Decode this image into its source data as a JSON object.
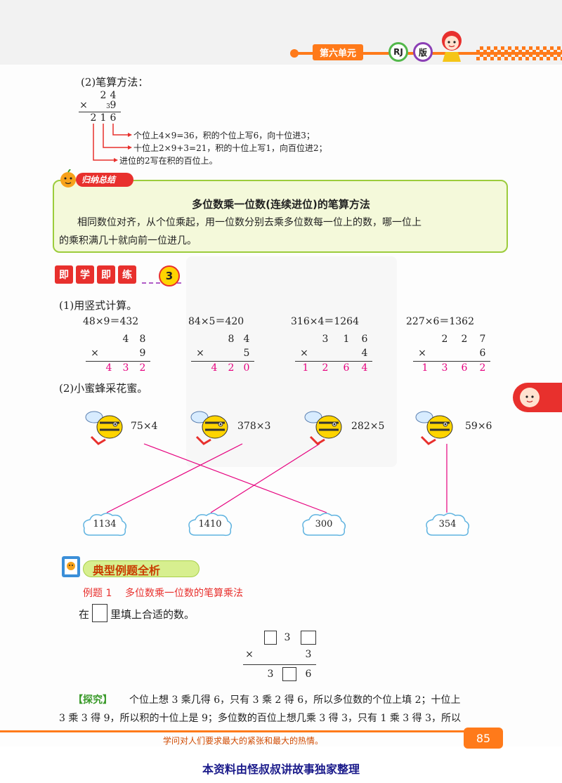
{
  "header": {
    "unit": "第六单元",
    "badge_rj": "RJ",
    "badge_ban": "版",
    "accent": "#ff7a1a"
  },
  "written_method": {
    "label": "(2)笔算方法：",
    "top": [
      "2",
      "4"
    ],
    "times": "×",
    "carry": "3",
    "multiplier": "9",
    "result": [
      "2",
      "1",
      "6"
    ],
    "notes": [
      "个位上4×9=36，积的个位上写6，向十位进3；",
      "十位上2×9+3=21，积的十位上写1，向百位进2；",
      "进位的2写在积的百位上。"
    ]
  },
  "summary": {
    "tag": "归纳总结",
    "title": "多位数乘一位数(连续进位)的笔算方法",
    "line1": "相同数位对齐，从个位乘起，用一位数分别去乘多位数每一位上的数，哪一位上",
    "line2": "的乘积满几十就向前一位进几。"
  },
  "practice": {
    "chars": [
      "即",
      "学",
      "即",
      "练"
    ],
    "number": "3",
    "q1": "(1)用竖式计算。",
    "problems": [
      {
        "eq": "48×9＝432",
        "top": [
          "4",
          "8"
        ],
        "mul": "9",
        "res": [
          "4",
          "3",
          "2"
        ]
      },
      {
        "eq": "84×5＝420",
        "top": [
          "8",
          "4"
        ],
        "mul": "5",
        "res": [
          "4",
          "2",
          "0"
        ]
      },
      {
        "eq": "316×4＝1264",
        "top": [
          "3",
          "1",
          "6"
        ],
        "mul": "4",
        "res": [
          "1",
          "2",
          "6",
          "4"
        ]
      },
      {
        "eq": "227×6＝1362",
        "top": [
          "2",
          "2",
          "7"
        ],
        "mul": "6",
        "res": [
          "1",
          "3",
          "6",
          "2"
        ]
      }
    ],
    "times": "×",
    "q2": "(2)小蜜蜂采花蜜。",
    "bees": [
      "75×4",
      "378×3",
      "282×5",
      "59×6"
    ],
    "clouds": [
      "1134",
      "1410",
      "300",
      "354"
    ]
  },
  "example": {
    "section_title": "典型例题全析",
    "label": "例题 1",
    "topic": "多位数乘一位数的笔算乘法",
    "instr_pre": "在",
    "instr_post": "里填上合适的数。",
    "top_digit": "3",
    "times": "×",
    "mul": "3",
    "res_a": "3",
    "res_b": "6",
    "explore_tag": "【探究】",
    "explore_line1": "个位上想 3 乘几得 6，只有 3 乘 2 得 6，所以多位数的个位上填 2；十位上",
    "explore_line2": "3 乘 3 得 9，所以积的十位上是 9；多位数的百位上想几乘 3 得 3，只有 1 乘 3 得 3，所以"
  },
  "footer": {
    "motto": "学问对人们要求最大的紧张和最大的热情。",
    "page": "85",
    "note": "本资料由怪叔叔讲故事独家整理"
  }
}
